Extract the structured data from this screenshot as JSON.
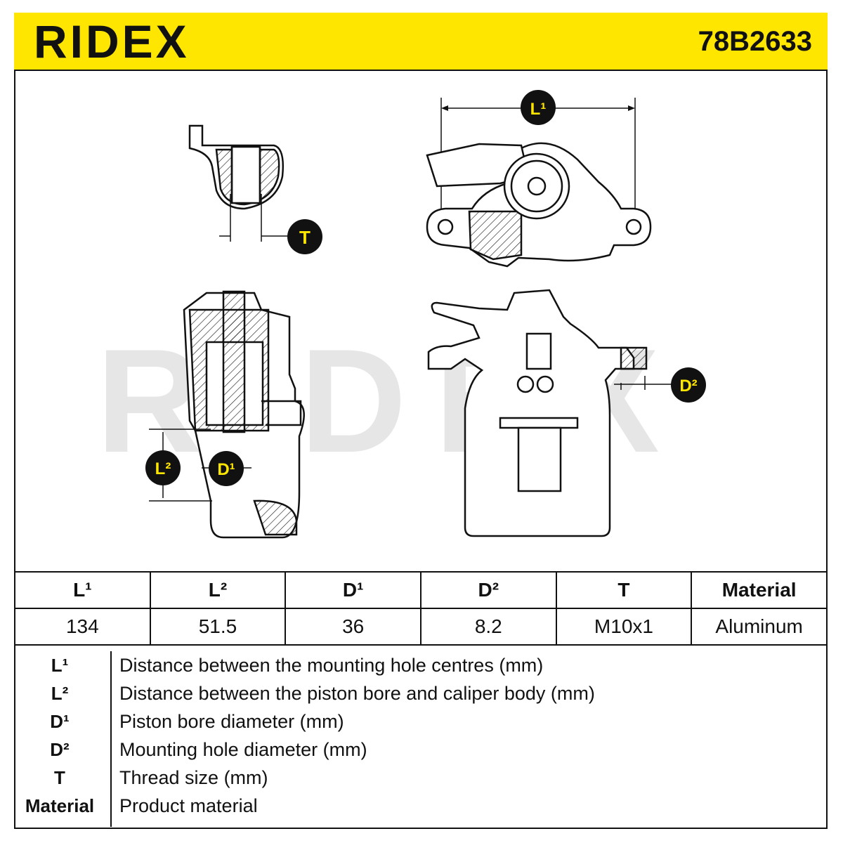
{
  "header": {
    "brand": "RIDEX",
    "part_number": "78B2633"
  },
  "watermark": "RIDEX",
  "diagram_tags": {
    "L1": "L¹",
    "L2": "L²",
    "D1": "D¹",
    "D2": "D²",
    "T": "T"
  },
  "specs": {
    "headers": [
      "L¹",
      "L²",
      "D¹",
      "D²",
      "T",
      "Material"
    ],
    "values": [
      "134",
      "51.5",
      "36",
      "8.2",
      "M10x1",
      "Aluminum"
    ]
  },
  "legend": [
    {
      "key": "L¹",
      "desc": "Distance between the mounting hole centres (mm)"
    },
    {
      "key": "L²",
      "desc": "Distance between the piston bore and caliper body (mm)"
    },
    {
      "key": "D¹",
      "desc": "Piston bore diameter (mm)"
    },
    {
      "key": "D²",
      "desc": "Mounting hole diameter (mm)"
    },
    {
      "key": "T",
      "desc": "Thread size (mm)"
    },
    {
      "key": "Material",
      "desc": "Product material"
    }
  ],
  "colors": {
    "brand_yellow": "#ffe600",
    "ink": "#111111",
    "watermark": "#e6e6e6"
  }
}
